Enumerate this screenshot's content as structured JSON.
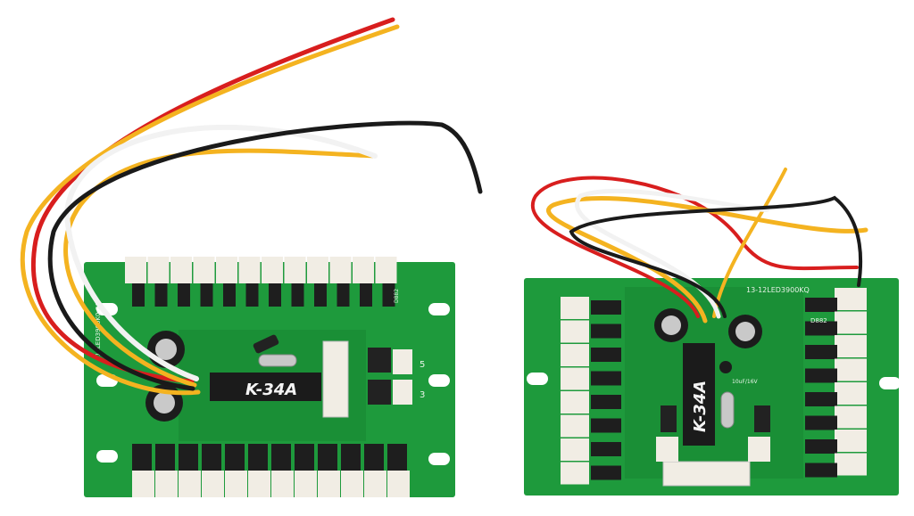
{
  "photo": {
    "left_board": {
      "chip_label": "K-34A",
      "board_code": "12LED3900K0-26",
      "transistor_label": "D882",
      "port_labels": [
        "5",
        "3"
      ]
    },
    "right_board": {
      "chip_label": "K-34A",
      "board_code": "13-12LED3900KQ",
      "transistor_label": "D882",
      "cap_label": "10uF/16V"
    },
    "colors": {
      "pcb": "#1e9a3c",
      "wire_red": "#d81e1e",
      "wire_yellow": "#f4b320",
      "wire_white": "#f2f2f2",
      "wire_black": "#1a1a1a"
    }
  }
}
